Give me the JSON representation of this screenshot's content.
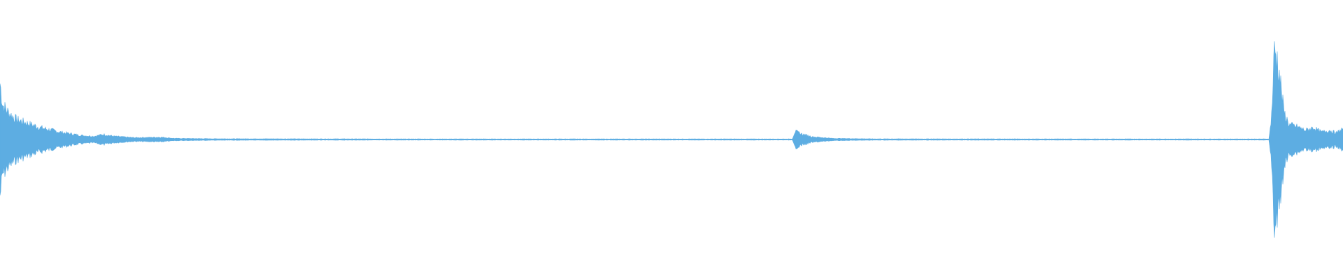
{
  "waveform": {
    "color": "#5dade2",
    "background": "#ffffff",
    "envelope": [
      {
        "t": 0.0,
        "amp": 0.62
      },
      {
        "t": 0.002,
        "amp": 0.38
      },
      {
        "t": 0.006,
        "amp": 0.3
      },
      {
        "t": 0.012,
        "amp": 0.22
      },
      {
        "t": 0.02,
        "amp": 0.18
      },
      {
        "t": 0.03,
        "amp": 0.13
      },
      {
        "t": 0.045,
        "amp": 0.08
      },
      {
        "t": 0.06,
        "amp": 0.045
      },
      {
        "t": 0.07,
        "amp": 0.035
      },
      {
        "t": 0.077,
        "amp": 0.055
      },
      {
        "t": 0.085,
        "amp": 0.035
      },
      {
        "t": 0.1,
        "amp": 0.02
      },
      {
        "t": 0.12,
        "amp": 0.025
      },
      {
        "t": 0.13,
        "amp": 0.012
      },
      {
        "t": 0.16,
        "amp": 0.008
      },
      {
        "t": 0.3,
        "amp": 0.006
      },
      {
        "t": 0.4,
        "amp": 0.006
      },
      {
        "t": 0.5,
        "amp": 0.006
      },
      {
        "t": 0.59,
        "amp": 0.006
      },
      {
        "t": 0.592,
        "amp": 0.09
      },
      {
        "t": 0.597,
        "amp": 0.06
      },
      {
        "t": 0.605,
        "amp": 0.03
      },
      {
        "t": 0.62,
        "amp": 0.012
      },
      {
        "t": 0.65,
        "amp": 0.007
      },
      {
        "t": 0.8,
        "amp": 0.006
      },
      {
        "t": 0.945,
        "amp": 0.006
      },
      {
        "t": 0.947,
        "amp": 0.3
      },
      {
        "t": 0.949,
        "amp": 1.0
      },
      {
        "t": 0.952,
        "amp": 0.8
      },
      {
        "t": 0.956,
        "amp": 0.3
      },
      {
        "t": 0.96,
        "amp": 0.16
      },
      {
        "t": 0.966,
        "amp": 0.14
      },
      {
        "t": 0.972,
        "amp": 0.1
      },
      {
        "t": 0.978,
        "amp": 0.13
      },
      {
        "t": 0.984,
        "amp": 0.08
      },
      {
        "t": 0.99,
        "amp": 0.1
      },
      {
        "t": 0.995,
        "amp": 0.07
      },
      {
        "t": 1.0,
        "amp": 0.12
      }
    ]
  }
}
